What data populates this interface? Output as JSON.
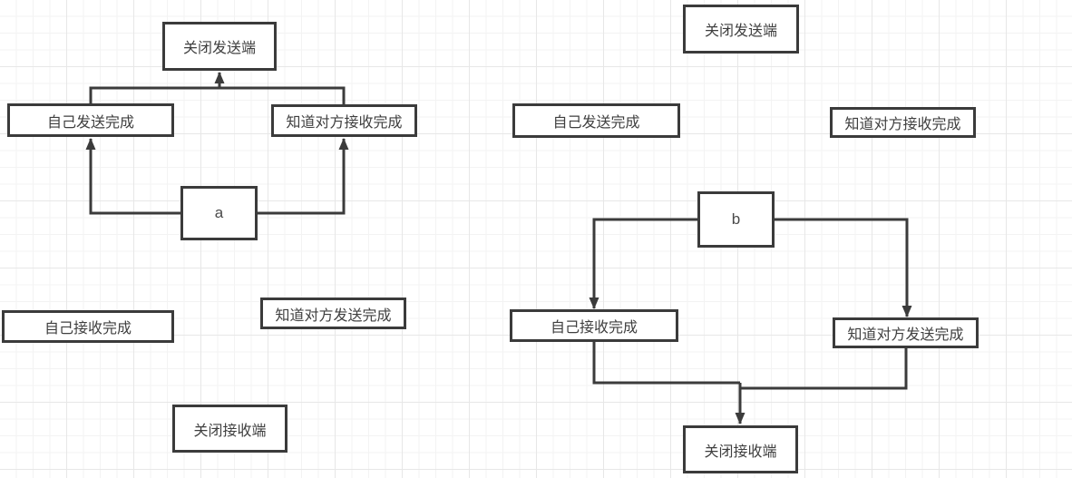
{
  "canvas": {
    "background_color": "#ffffff",
    "grid_minor_color": "#f3f3f3",
    "grid_major_color": "#e7e7e7",
    "shape_border_color": "#3b3b3b",
    "edge_color": "#3b3b3b",
    "text_color": "#3f3f3f"
  },
  "nodes": [
    {
      "id": "left-close-sender",
      "label": "关闭发送端"
    },
    {
      "id": "left-self-send-done",
      "label": "自己发送完成"
    },
    {
      "id": "left-know-peer-recv-done",
      "label": "知道对方接收完成"
    },
    {
      "id": "left-a",
      "label": "a"
    },
    {
      "id": "left-self-recv-done",
      "label": "自己接收完成"
    },
    {
      "id": "left-know-peer-send-done",
      "label": "知道对方发送完成"
    },
    {
      "id": "left-close-receiver",
      "label": "关闭接收端"
    },
    {
      "id": "right-close-sender",
      "label": "关闭发送端"
    },
    {
      "id": "right-self-send-done",
      "label": "自己发送完成"
    },
    {
      "id": "right-know-peer-recv-done",
      "label": "知道对方接收完成"
    },
    {
      "id": "right-b",
      "label": "b"
    },
    {
      "id": "right-self-recv-done",
      "label": "自己接收完成"
    },
    {
      "id": "right-know-peer-send-done",
      "label": "知道对方发送完成"
    },
    {
      "id": "right-close-receiver",
      "label": "关闭接收端"
    }
  ],
  "edges": [
    {
      "from": "left-a",
      "to": "left-self-send-done",
      "arrow": "up"
    },
    {
      "from": "left-a",
      "to": "left-know-peer-recv-done",
      "arrow": "up"
    },
    {
      "from": "left-self-send-done + left-know-peer-recv-done",
      "to": "left-close-sender",
      "arrow": "up"
    },
    {
      "from": "right-b",
      "to": "right-self-recv-done",
      "arrow": "down"
    },
    {
      "from": "right-b",
      "to": "right-know-peer-send-done",
      "arrow": "down"
    },
    {
      "from": "right-self-recv-done + right-know-peer-send-done",
      "to": "right-close-receiver",
      "arrow": "down"
    }
  ]
}
